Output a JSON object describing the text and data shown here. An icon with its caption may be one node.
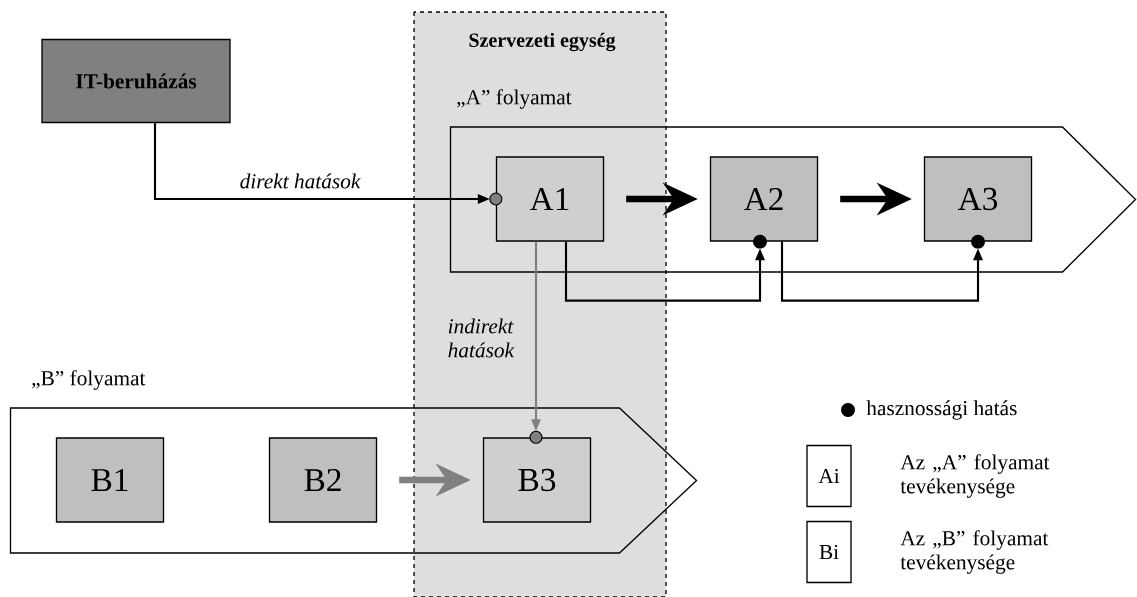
{
  "diagram": {
    "nodes": [
      {
        "text": [
          "IT-beruházás"
        ]
      },
      {
        "text": [
          "„A” folyamat"
        ]
      },
      {
        "text": [
          "A1"
        ],
        "in": 1
      },
      {
        "text": [
          "A2"
        ],
        "in": 1
      },
      {
        "text": [
          "A3"
        ],
        "in": 1
      },
      {
        "text": [
          "„B” folyamat"
        ]
      },
      {
        "text": [
          "B1"
        ],
        "in": 5
      },
      {
        "text": [
          "B2"
        ],
        "in": 5
      },
      {
        "text": [
          "B3"
        ],
        "in": 5
      },
      {
        "text": [
          "Ai"
        ],
        "beside": [
          "Az „A” folyamat tevékenysége"
        ]
      },
      {
        "text": [
          "Bi"
        ],
        "beside": [
          "Az „B” folyamat tevékenysége"
        ]
      }
    ],
    "edges": [
      {
        "from": 0,
        "to": 2,
        "arrow": "to",
        "label": "direkt hatások"
      },
      {
        "from": 2,
        "to": 3,
        "arrow": "to",
        "style": "thick"
      },
      {
        "from": 3,
        "to": 4,
        "arrow": "to",
        "style": "thick"
      },
      {
        "from": 2,
        "to": 3,
        "arrow": "to"
      },
      {
        "from": 3,
        "to": 4,
        "arrow": "to"
      },
      {
        "from": 2,
        "to": 8,
        "arrow": "to",
        "label": "indirekt hatások",
        "color": "#808080"
      },
      {
        "from": 7,
        "to": 8,
        "arrow": "to",
        "style": "thick",
        "color": "#808080"
      }
    ],
    "labels": [
      "Szervezeti egység"
    ],
    "legend": [
      {
        "text": "hasznossági hatás"
      }
    ]
  }
}
